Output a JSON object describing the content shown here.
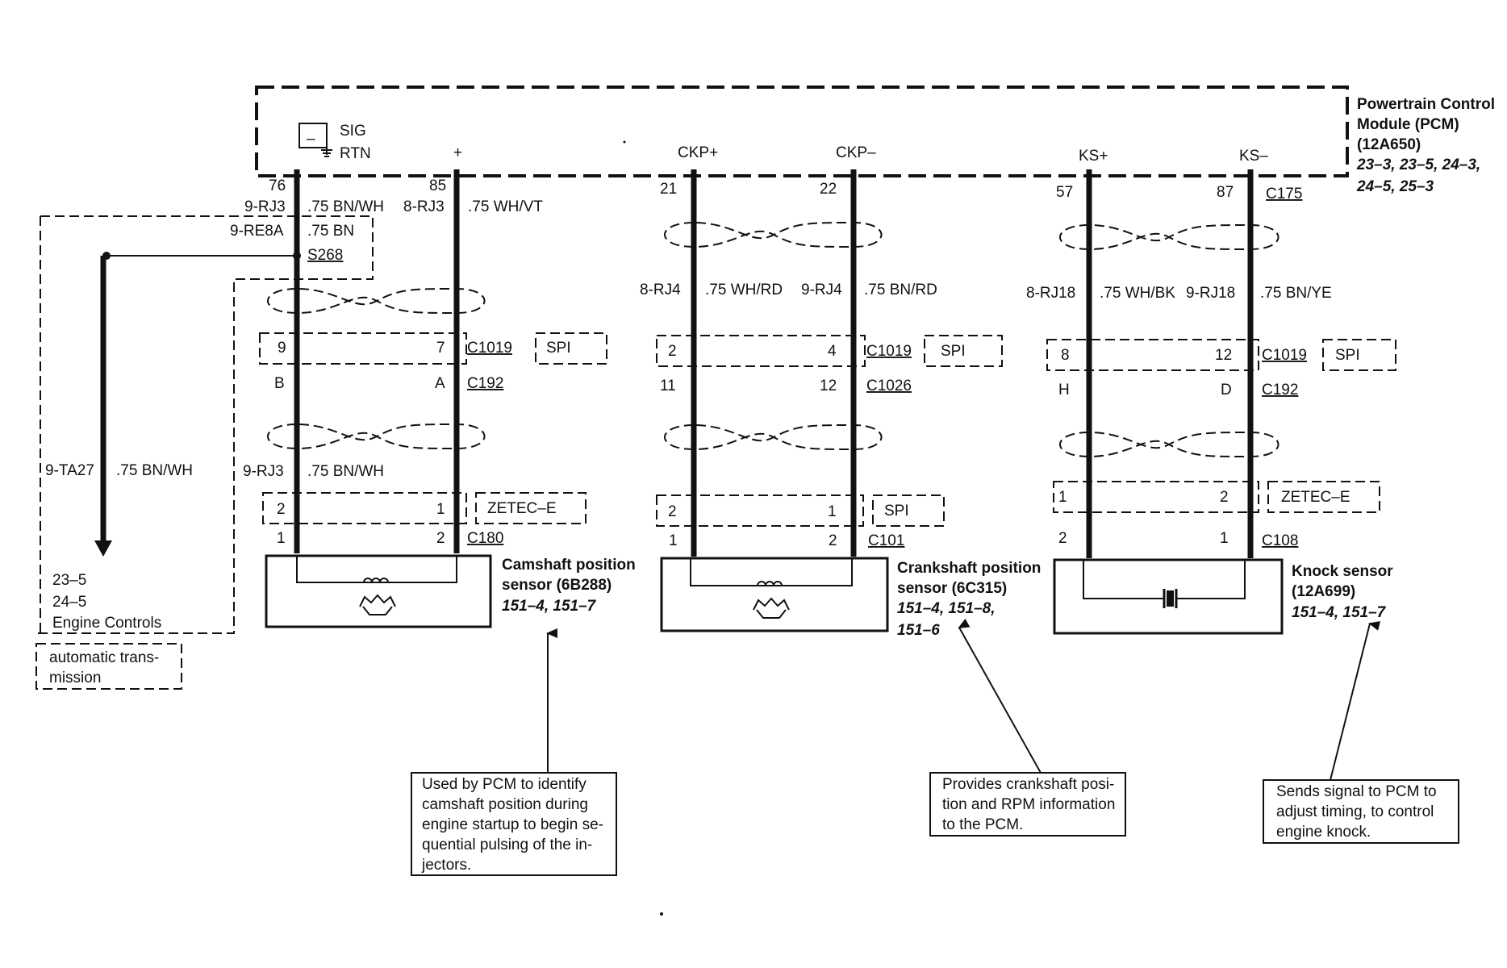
{
  "pcm": {
    "title_1": "Powertrain Control",
    "title_2": "Module (PCM)",
    "part": "(12A650)",
    "refs_1": "23–3, 23–5, 24–3,",
    "refs_2": "24–5, 25–3"
  },
  "pins": {
    "sig": "SIG",
    "rtn": "RTN",
    "minus": "–",
    "plus": "+",
    "ckp_plus": "CKP+",
    "ckp_minus": "CKP–",
    "ks_plus": "KS+",
    "ks_minus": "KS–"
  },
  "cmp": {
    "pin_a": "76",
    "pin_b": "85",
    "circuit_a": "9-RJ3",
    "wire_a": ".75 BN/WH",
    "circuit_b": "8-RJ3",
    "wire_b": ".75 WH/VT",
    "splice_circuit": "9-RE8A",
    "splice_wire": ".75 BN",
    "splice": "S268",
    "c1019_left": "9",
    "c1019_right": "7",
    "c1019": "C1019",
    "spi": "SPI",
    "c192_left": "B",
    "c192_right": "A",
    "c192": "C192",
    "lower_circuit": "9-RJ3",
    "lower_wire": ".75 BN/WH",
    "zetec_left": "2",
    "zetec_right": "1",
    "zetec": "ZETEC–E",
    "c180_left": "1",
    "c180_right": "2",
    "c180": "C180",
    "name_1": "Camshaft position",
    "name_2": "sensor (6B288)",
    "refs": "151–4, 151–7"
  },
  "branch": {
    "circuit": "9-TA27",
    "wire": ".75 BN/WH",
    "ref_1": "23–5",
    "ref_2": "24–5",
    "ref_3": "Engine Controls",
    "note_1": "automatic trans-",
    "note_2": "mission"
  },
  "ckp": {
    "pin_a": "21",
    "pin_b": "22",
    "circuit_a": "8-RJ4",
    "wire_a": ".75 WH/RD",
    "circuit_b": "9-RJ4",
    "wire_b": ".75 BN/RD",
    "c1019_left": "2",
    "c1019_right": "4",
    "c1019": "C1019",
    "spi": "SPI",
    "c1026_left": "11",
    "c1026_right": "12",
    "c1026": "C1026",
    "spi2_left": "2",
    "spi2_right": "1",
    "spi2": "SPI",
    "c101_left": "1",
    "c101_right": "2",
    "c101": "C101",
    "name_1": "Crankshaft position",
    "name_2": "sensor (6C315)",
    "refs_1": "151–4, 151–8,",
    "refs_2": "151–6"
  },
  "ks": {
    "pin_a": "57",
    "pin_b": "87",
    "c175": "C175",
    "circuit_a": "8-RJ18",
    "wire_a": ".75 WH/BK",
    "circuit_b": "9-RJ18",
    "wire_b": ".75 BN/YE",
    "c1019_left": "8",
    "c1019_right": "12",
    "c1019": "C1019",
    "spi": "SPI",
    "c192_left": "H",
    "c192_right": "D",
    "c192": "C192",
    "zetec_left": "1",
    "zetec_right": "2",
    "zetec": "ZETEC–E",
    "c108_left": "2",
    "c108_right": "1",
    "c108": "C108",
    "name_1": "Knock sensor",
    "name_2": "(12A699)",
    "refs": "151–4, 151–7"
  },
  "notes": {
    "cmp": [
      "Used by PCM to identify",
      "camshaft position during",
      "engine startup to begin se-",
      "quential pulsing of the in-",
      "jectors."
    ],
    "ckp": [
      "Provides crankshaft posi-",
      "tion and RPM information",
      "to the PCM."
    ],
    "ks": [
      "Sends signal to PCM to",
      "adjust timing, to control",
      "engine knock."
    ]
  }
}
